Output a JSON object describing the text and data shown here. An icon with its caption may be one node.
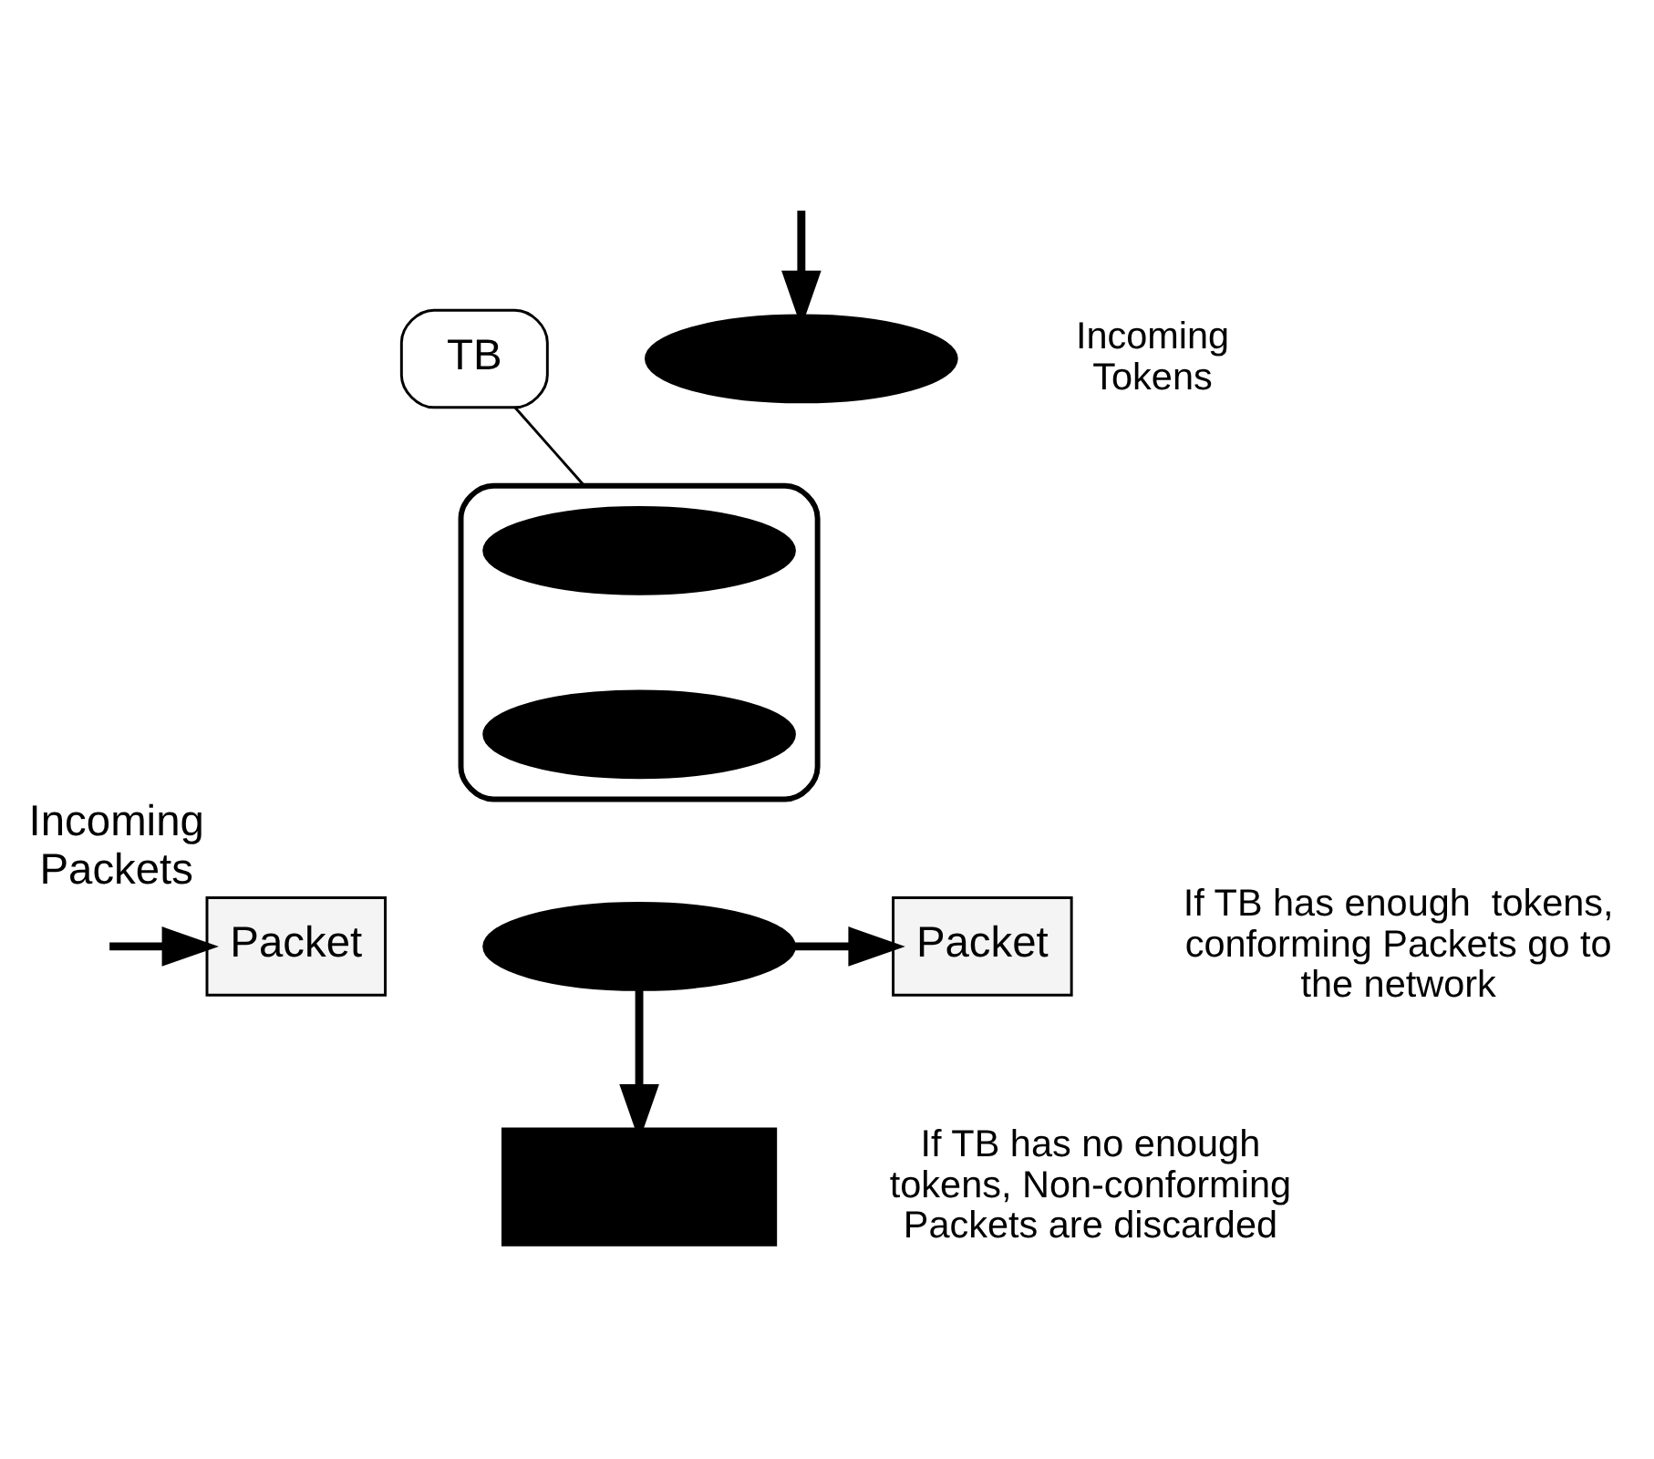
{
  "diagram": {
    "nodes": [
      {
        "text": [
          "TB"
        ]
      },
      {
        "text": [],
        "shape": "ellipse",
        "beside": [
          "Incoming Tokens"
        ]
      },
      {
        "text": [],
        "shape": "cylinder"
      },
      {
        "text": [],
        "shape": "ellipse",
        "in": 2
      },
      {
        "text": [],
        "shape": "ellipse",
        "in": 2
      },
      {
        "text": [
          "Packet"
        ],
        "beside": [
          "Incoming Packets"
        ]
      },
      {
        "text": [],
        "shape": "ellipse"
      },
      {
        "text": [
          "Packet"
        ],
        "beside": [
          "If TB has enough  tokens, conforming Packets go to the network"
        ]
      },
      {
        "text": [],
        "shape": "box",
        "beside": [
          "If TB has no enough tokens, Non-conforming Packets are discarded"
        ]
      }
    ],
    "edges": [
      {
        "from": null,
        "to": 1,
        "arrow": "to"
      },
      {
        "from": 0,
        "to": 2,
        "arrow": "none"
      },
      {
        "from": null,
        "to": 5,
        "arrow": "to"
      },
      {
        "from": 6,
        "to": 7,
        "arrow": "to"
      },
      {
        "from": 6,
        "to": 8,
        "arrow": "to"
      }
    ]
  }
}
